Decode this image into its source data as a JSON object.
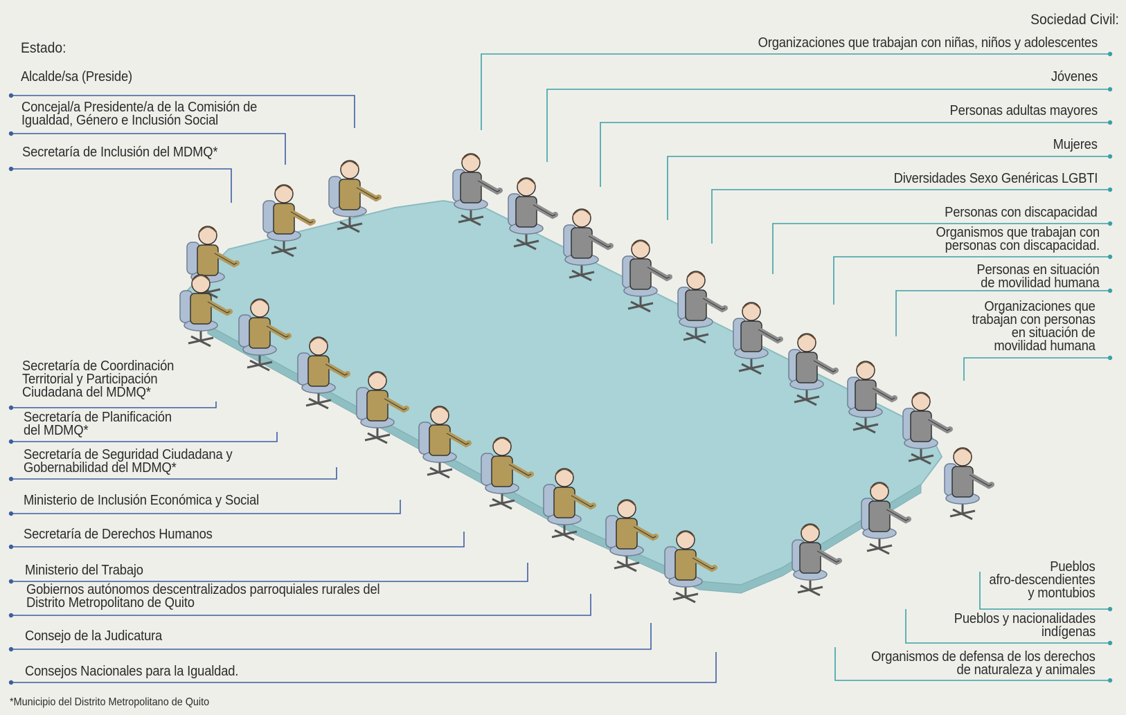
{
  "estado": {
    "header": "Estado:",
    "members": [
      "Alcalde/sa (Preside)",
      "Concejal/a Presidente/a de la Comisión de\nIgualdad, Género e Inclusión Social",
      "Secretaría de Inclusión del MDMQ*",
      "Secretaría de Coordinación\nTerritorial y Participación\nCiudadana del MDMQ*",
      "Secretaría de Planificación\ndel MDMQ*",
      "Secretaría de Seguridad Ciudadana y\nGobernabilidad del MDMQ*",
      "Ministerio de Inclusión Económica y Social",
      "Secretaría de Derechos Humanos",
      "Ministerio del Trabajo",
      "Gobiernos autónomos descentralizados parroquiales rurales del\nDistrito Metropolitano de  Quito",
      "Consejo de la Judicatura",
      "Consejos Nacionales para la Igualdad."
    ]
  },
  "sociedad_civil": {
    "header": "Sociedad Civil:",
    "members": [
      "Organizaciones que trabajan con niñas, niños y adolescentes",
      "Jóvenes",
      "Personas adultas mayores",
      "Mujeres",
      "Diversidades Sexo Genéricas LGBTI",
      "Personas con discapacidad",
      "Organismos que trabajan con\npersonas con discapacidad.",
      "Personas en situación\nde movilidad humana",
      "Organizaciones que\ntrabajan con personas\nen situación de\nmovilidad humana",
      "Pueblos\nafro-descendientes\ny montubios",
      "Pueblos y nacionalidades\nindígenas",
      "Organismos de defensa de los derechos\nde naturaleza y animales"
    ]
  },
  "footnote": "*Municipio del Distrito Metropolitano de Quito",
  "colors": {
    "estado_line": "#3b5fa0",
    "sociedad_line": "#3aa0a6",
    "table": "#a9d3d6",
    "estado_suit": "#b39a5a",
    "sociedad_suit": "#8d8d8d",
    "chair": "#aebfd4"
  }
}
